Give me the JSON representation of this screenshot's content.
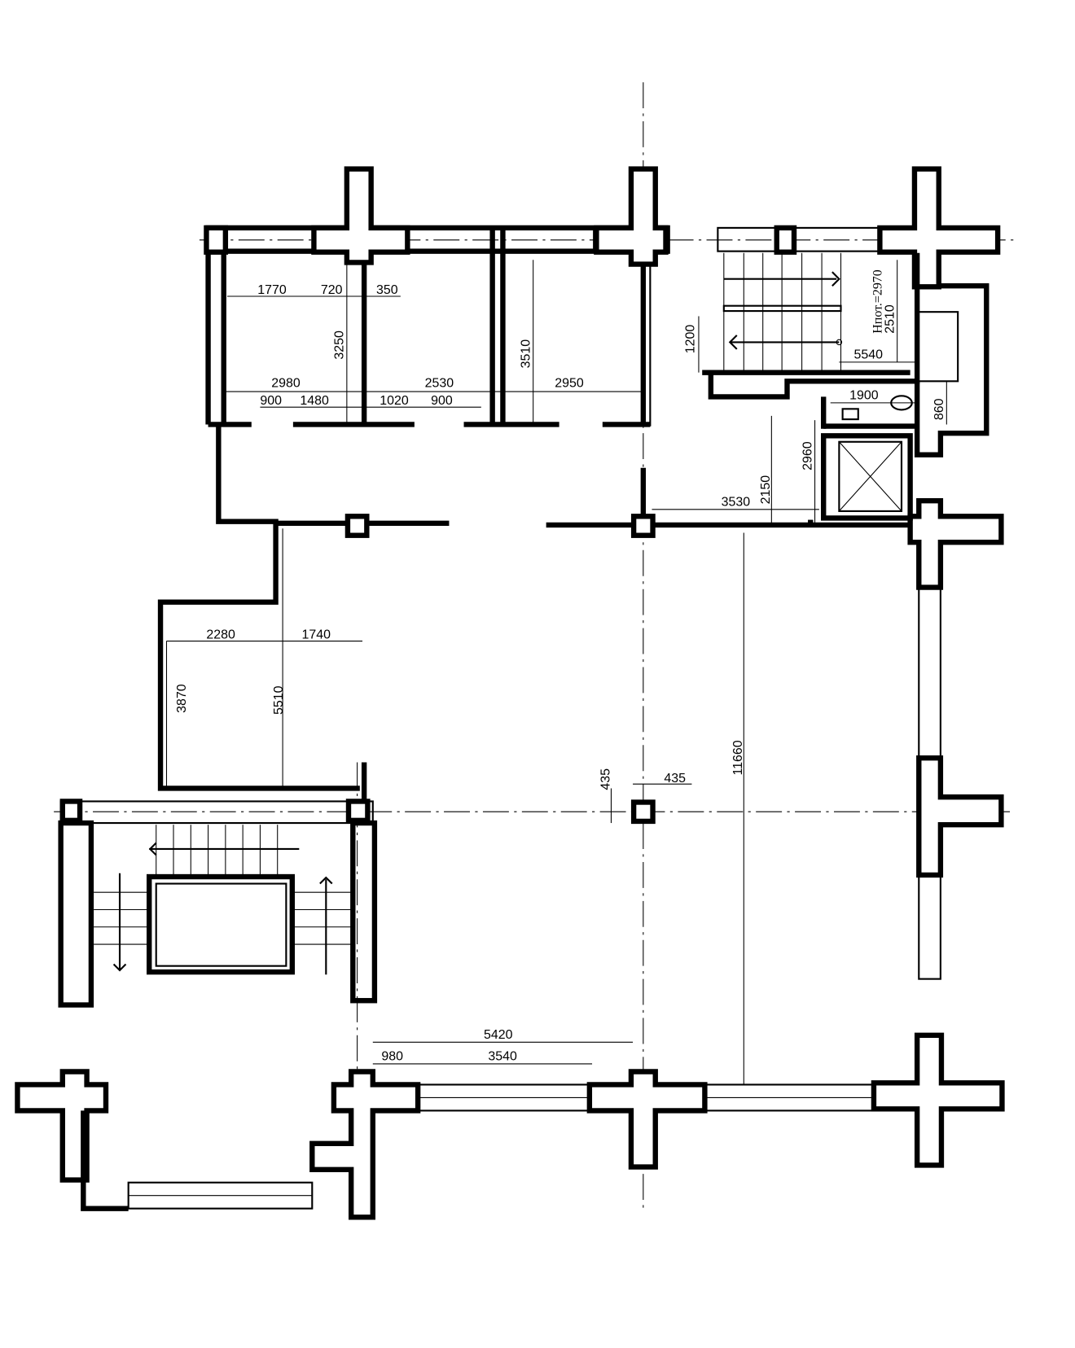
{
  "drawing": {
    "dimensions": {
      "d1770": "1770",
      "d720": "720",
      "d350": "350",
      "d3250": "3250",
      "d3510": "3510",
      "d2980": "2980",
      "d2530": "2530",
      "d2950": "2950",
      "d900a": "900",
      "d1480": "1480",
      "d1020": "1020",
      "d900b": "900",
      "d1200": "1200",
      "d2510": "2510",
      "d5540": "5540",
      "d1900": "1900",
      "d860": "860",
      "d2960": "2960",
      "d2150": "2150",
      "d3530": "3530",
      "d2280": "2280",
      "d1740": "1740",
      "d3870": "3870",
      "d5510": "5510",
      "d435a": "435",
      "d435b": "435",
      "d11660": "11660",
      "d5420": "5420",
      "d980": "980",
      "d3540": "3540"
    },
    "ceiling_height_note": "Нпот.=2970"
  }
}
